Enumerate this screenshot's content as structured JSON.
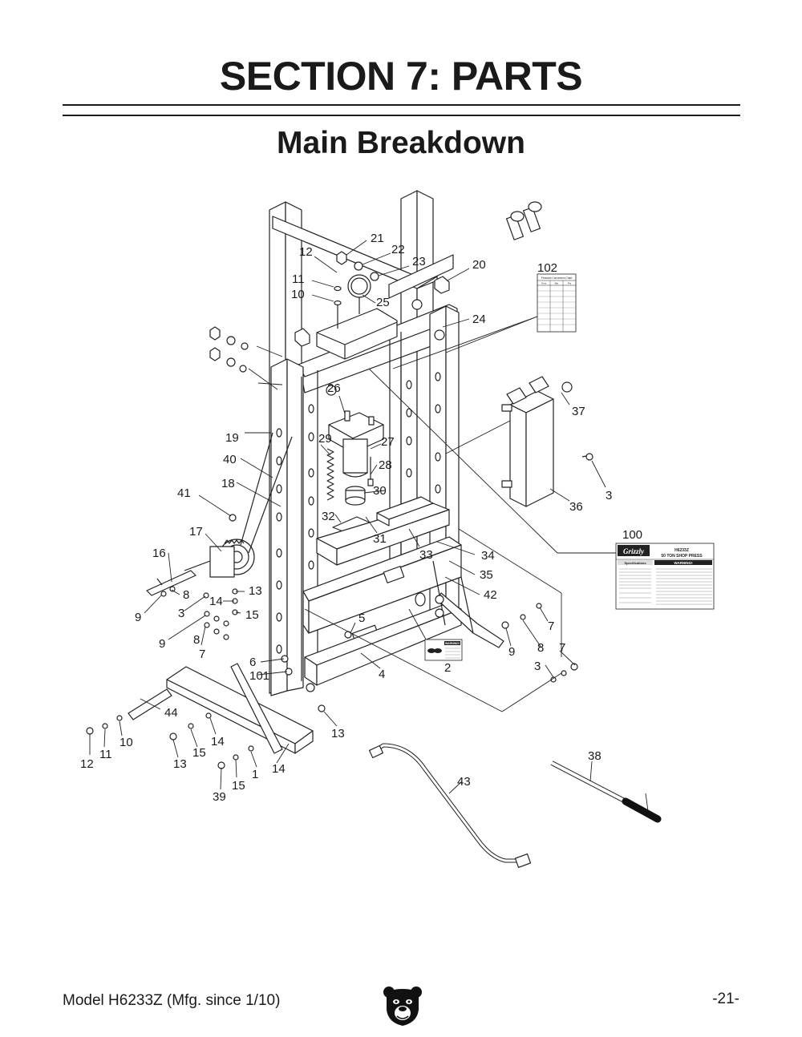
{
  "header": {
    "title": "SECTION 7: PARTS",
    "subtitle": "Main Breakdown"
  },
  "footer": {
    "model": "Model H6233Z (Mfg. since 1/10)",
    "page_number": "-21-"
  },
  "diagram": {
    "callouts": [
      "21",
      "12",
      "22",
      "23",
      "20",
      "102",
      "11",
      "10",
      "25",
      "24",
      "26",
      "37",
      "19",
      "29",
      "27",
      "28",
      "40",
      "18",
      "30",
      "41",
      "32",
      "3",
      "36",
      "31",
      "17",
      "100",
      "33",
      "34",
      "16",
      "35",
      "13",
      "8",
      "42",
      "14",
      "15",
      "9",
      "3",
      "5",
      "7",
      "9",
      "8",
      "9",
      "8",
      "7",
      "7",
      "3",
      "6",
      "4",
      "101",
      "2",
      "44",
      "13",
      "10",
      "14",
      "11",
      "15",
      "12",
      "13",
      "1",
      "14",
      "15",
      "39",
      "38",
      "43"
    ],
    "chart_labels": {
      "chart_title": "Pressure Conversion Chart",
      "col_1": "Tons",
      "col_2": "Bar",
      "col_3": "Psi"
    },
    "machine_label": {
      "brand": "Grizzly",
      "model": "H6233Z",
      "name": "50 TON SHOP PRESS",
      "specifications": "Specifications",
      "warning": "WARNING!"
    },
    "warning_decal": {
      "title": "WARNING!"
    }
  }
}
